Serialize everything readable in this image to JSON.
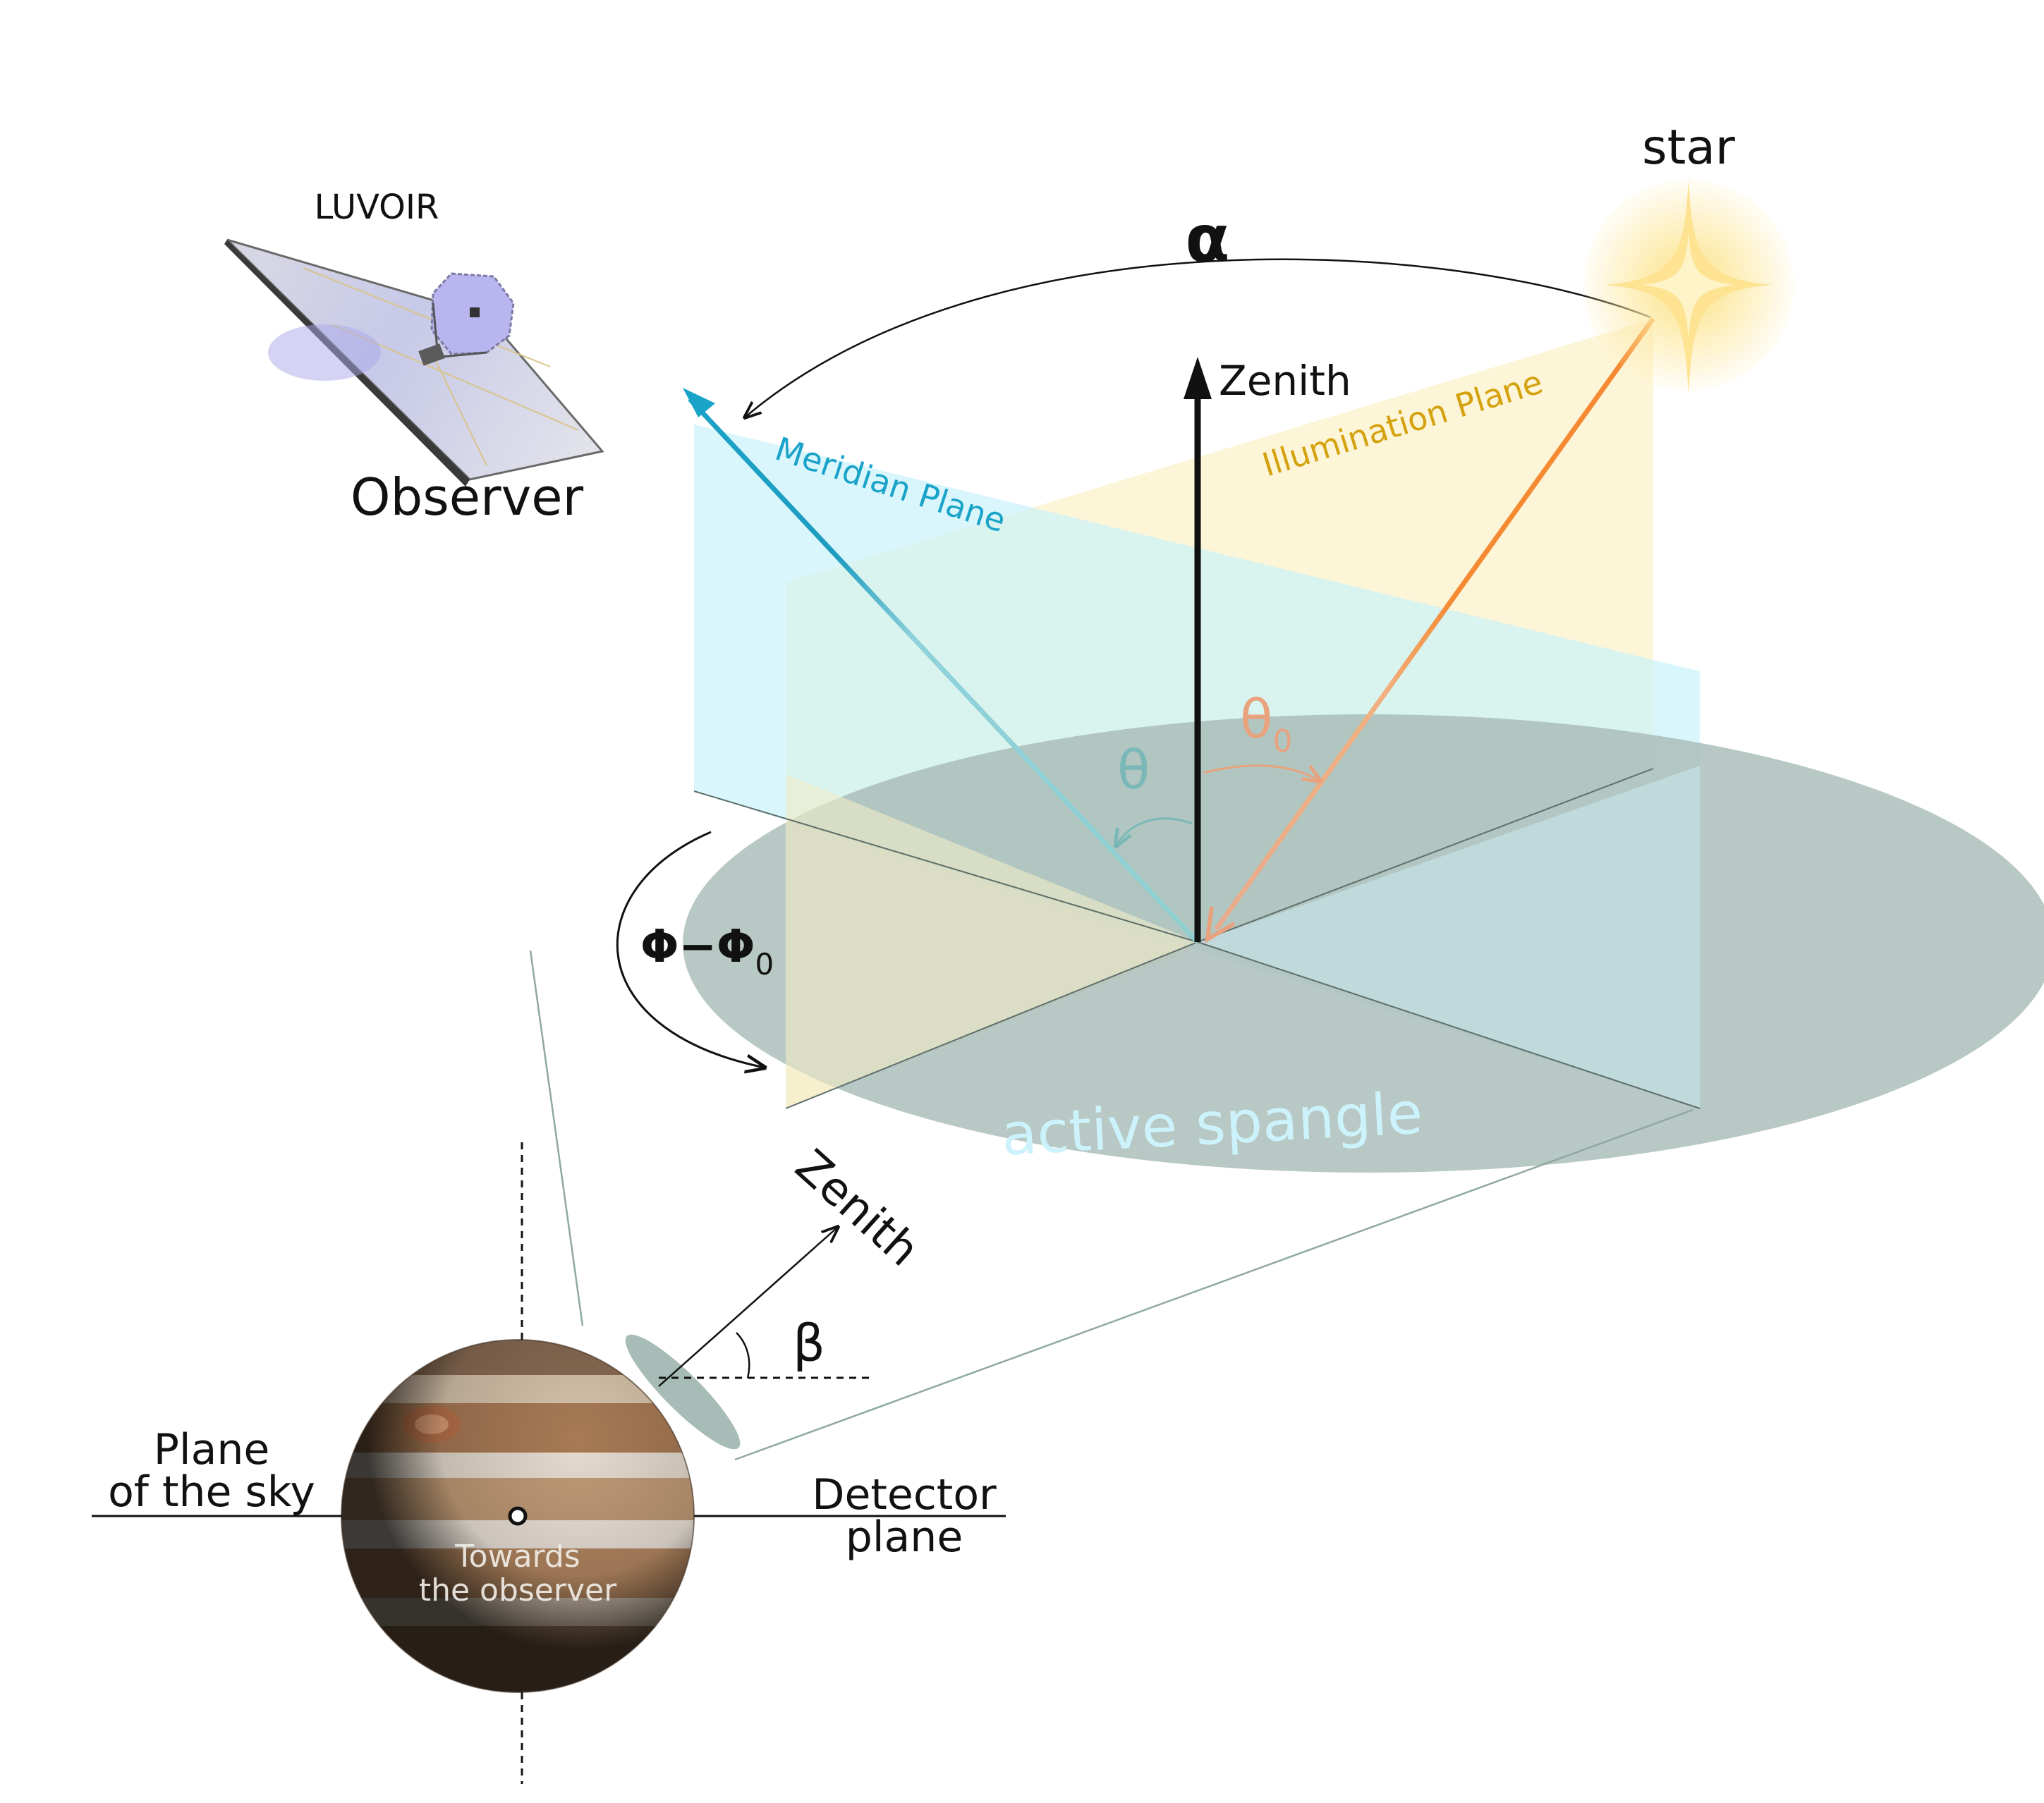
{
  "labels": {
    "luvoir": "LUVOIR",
    "observer": "Observer",
    "star": "star",
    "alpha": "α",
    "zenith_top": "Zenith",
    "meridian_plane": "Meridian Plane",
    "illumination_plane": "Illumination Plane",
    "theta0_base": "θ",
    "theta0_sub": "0",
    "theta": "θ",
    "phi_base": "Φ−Φ",
    "phi_sub": "0",
    "active_spangle": "active spangle",
    "zenith_bottom": "Zenith",
    "beta": "β",
    "plane_of_sky_line1": "Plane",
    "plane_of_sky_line2": "of the sky",
    "detector_line1": "Detector",
    "detector_line2": "plane",
    "towards_line1": "Towards",
    "towards_line2": "the observer"
  },
  "colors": {
    "meridian": "#1aa3c8",
    "meridian_fill": "#c8f1fb",
    "illumination": "#d4a20e",
    "illumination_fill": "#fdf3cf",
    "star_ray": "#f58a32",
    "theta0": "#e8a27e",
    "theta": "#7ab8b8",
    "spangle_disk": "#b6c7c2",
    "spangle_text": "#ccf2fb",
    "text": "#111111"
  },
  "icons": {
    "telescope": "telescope-icon",
    "star": "sparkle-star-icon",
    "planet": "jupiter-icon"
  }
}
